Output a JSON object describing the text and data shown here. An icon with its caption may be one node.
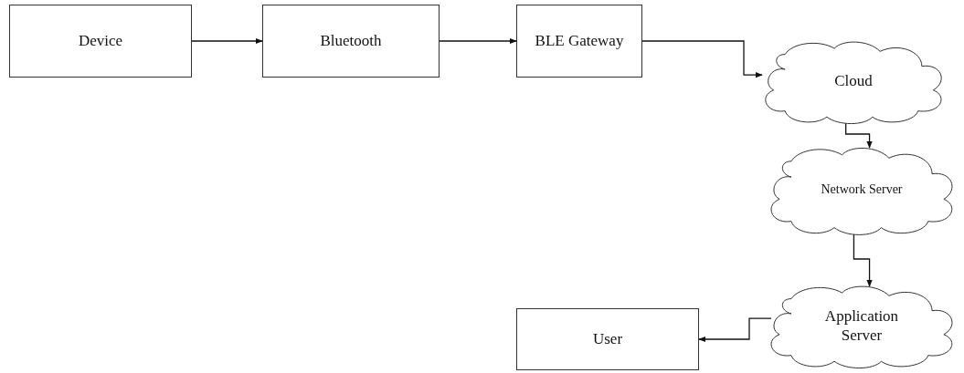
{
  "diagram": {
    "nodes": [
      {
        "text": [
          "Device"
        ]
      },
      {
        "text": [
          "Bluetooth"
        ]
      },
      {
        "text": [
          "BLE Gateway"
        ]
      },
      {
        "text": [
          "Cloud"
        ]
      },
      {
        "text": [
          "Network Server"
        ]
      },
      {
        "text": [
          "Application Server"
        ]
      },
      {
        "text": [
          "User"
        ]
      }
    ],
    "edges": [
      {
        "from": 0,
        "to": 1,
        "arrow": "to"
      },
      {
        "from": 1,
        "to": 2,
        "arrow": "to"
      },
      {
        "from": 2,
        "to": 3,
        "arrow": "to"
      },
      {
        "from": 3,
        "to": 4,
        "arrow": "to"
      },
      {
        "from": 4,
        "to": 5,
        "arrow": "to"
      },
      {
        "from": 5,
        "to": 6,
        "arrow": "to"
      }
    ]
  }
}
